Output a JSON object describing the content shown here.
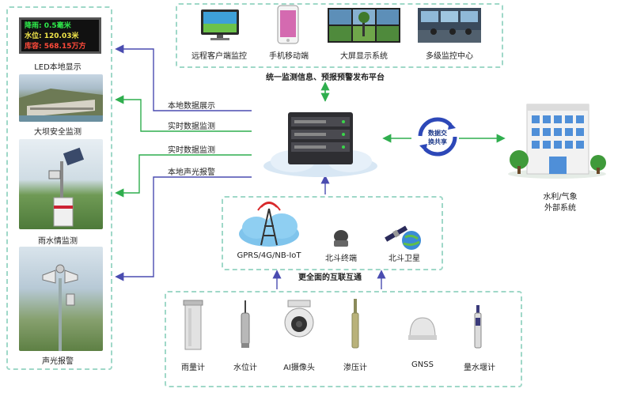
{
  "led_panel": {
    "rows": [
      {
        "label": "降雨:",
        "value": "0.5毫米",
        "color": "#2ee84a"
      },
      {
        "label": "水位:",
        "value": "120.03米",
        "color": "#f2e64a"
      },
      {
        "label": "库容:",
        "value": "568.15万方",
        "color": "#ff4a3a"
      }
    ]
  },
  "left_column": {
    "items": [
      {
        "label": "LED本地显示"
      },
      {
        "label": "大坝安全监测"
      },
      {
        "label": "雨水情监测"
      },
      {
        "label": "声光报警"
      }
    ]
  },
  "top_platform": {
    "items": [
      {
        "label": "远程客户端监控"
      },
      {
        "label": "手机移动端"
      },
      {
        "label": "大屏显示系统"
      },
      {
        "label": "多级监控中心"
      }
    ],
    "caption": "统一监测信息、预报预警发布平台"
  },
  "flows": {
    "local_display": "本地数据展示",
    "realtime_1": "实时数据监测",
    "realtime_2": "实时数据监测",
    "local_alarm": "本地声光报警"
  },
  "exchange": {
    "label_line1": "数据交",
    "label_line2": "换共享",
    "external_line1": "水利/气象",
    "external_line2": "外部系统"
  },
  "comms": {
    "items": [
      {
        "label": "GPRS/4G/NB-IoT"
      },
      {
        "label": "北斗终端"
      },
      {
        "label": "北斗卫星"
      }
    ],
    "caption": "更全面的互联互通"
  },
  "sensors": {
    "items": [
      {
        "label": "雨量计"
      },
      {
        "label": "水位计"
      },
      {
        "label": "AI摄像头"
      },
      {
        "label": "渗压计"
      },
      {
        "label": "GNSS"
      },
      {
        "label": "量水堰计"
      }
    ]
  },
  "colors": {
    "dashed_border": "#9fd8c8",
    "green_arrow": "#2fae4e",
    "blue_arrow": "#4a4cb0"
  }
}
